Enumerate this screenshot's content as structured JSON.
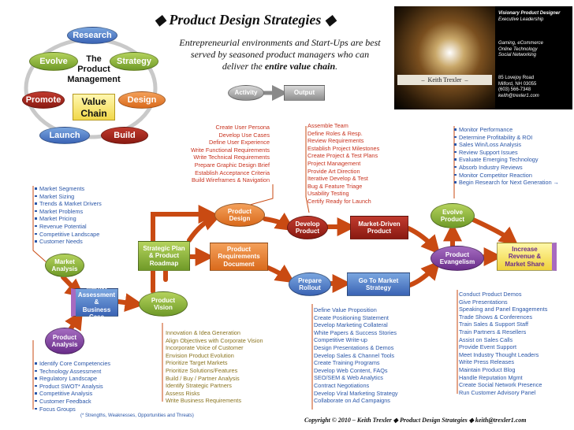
{
  "title": "Product Design Strategies",
  "subtitle": {
    "before": "Entrepreneurial environments and Start-Ups are best served by seasoned product managers who can deliver the ",
    "bold": "entire value chain",
    "after": "."
  },
  "cycle": {
    "research": "Research",
    "evolve": "Evolve",
    "strategy": "Strategy",
    "promote": "Promote",
    "design": "Design",
    "launch": "Launch",
    "build": "Build",
    "center": [
      "The",
      "Product",
      "Management"
    ],
    "value_chain": [
      "Value",
      "Chain"
    ]
  },
  "legend": {
    "activity": "Activity",
    "output": "Output"
  },
  "card": {
    "name": "Keith Trexler",
    "heading": "Visionary Product Designer",
    "tagline": "Executive Leadership",
    "specialties": [
      "Gaming, eCommerce",
      "Online Technology",
      "Social Networking"
    ],
    "address": [
      "85 Lovejoy Road",
      "Milford, NH 03055",
      "(603) 566-7348",
      "keith@trexler1.com"
    ]
  },
  "nodes": {
    "market_analysis": [
      "Market",
      "Analysis"
    ],
    "product_analysis": [
      "Product",
      "Analysis"
    ],
    "assessment": [
      "Market",
      "Assessment &",
      "Business Case"
    ],
    "product_vision": [
      "Product",
      "Vision"
    ],
    "strategic_plan": [
      "Strategic Plan",
      "& Product",
      "Roadmap"
    ],
    "product_design": [
      "Product",
      "Design"
    ],
    "requirements": [
      "Product",
      "Requirements",
      "Document"
    ],
    "develop_product": [
      "Develop",
      "Product"
    ],
    "market_driven": [
      "Market-Driven",
      "Product"
    ],
    "prepare_rollout": [
      "Prepare",
      "Rollout"
    ],
    "go_to_market": [
      "Go To Market",
      "Strategy"
    ],
    "evolve_product": [
      "Evolve",
      "Product"
    ],
    "product_evangelism": [
      "Product",
      "Evangelism"
    ],
    "increase": [
      "Increase",
      "Revenue &",
      "Market Share"
    ]
  },
  "lists": {
    "market": [
      "Market Segments",
      "Market Sizing",
      "Trends & Market Drivers",
      "Market Problems",
      "Market Pricing",
      "Revenue Potential",
      "Competitive Landscape",
      "Customer Needs"
    ],
    "product_analysis": [
      "Identify Core Competencies",
      "Technology Assessment",
      "Regulatory Landscape",
      "Product SWOT* Analysis",
      "Competitive Analysis",
      "Customer Feedback",
      "Focus Groups"
    ],
    "swot_note": "(* Strengths, Weaknesses, Opportunities and Threats)",
    "design": [
      "Create User Persona",
      "Develop Use Cases",
      "Define User Experience",
      "Write Functional Requirements",
      "Write Technical Requirements",
      "Prepare Graphic Design Brief",
      "Establish Acceptance Criteria",
      "Build Wireframes & Navigation"
    ],
    "develop": [
      "Assemble Team",
      "Define Roles & Resp.",
      "Review Requirements",
      "Establish Project Milestones",
      "Create Project & Test Plans",
      "Project Management",
      "Provide Art Direction",
      "Iterative Develop & Test",
      "Bug & Feature Triage",
      "Usability Testing",
      "Certify Ready for Launch"
    ],
    "evolve": [
      "Monitor Performance",
      "Determine Profitability & ROI",
      "Sales Win/Loss Analysis",
      "Review Support Issues",
      "Evaluate Emerging Technology",
      "Absorb Industry Reviews",
      "Monitor Competitor Reaction",
      "Begin Research for Next Generation →"
    ],
    "vision": [
      "Innovation & Idea Generation",
      "Align Objectives with Corporate Vision",
      "Incorporate Voice of Customer",
      "Envision Product Evolution",
      "Prioritize Target Markets",
      "Prioritize Solutions/Features",
      "Build / Buy / Partner Analysis",
      "Identify Strategic Partners",
      "Assess Risks",
      "Write Business Requirements"
    ],
    "rollout": [
      "Define Value Proposition",
      "Create Positioning Statement",
      "Develop Marketing Collateral",
      "White Papers & Success Stories",
      "Competitive Write-up",
      "Design Presentations & Demos",
      "Develop Sales & Channel Tools",
      "Create Training Programs",
      "Develop Web Content, FAQs",
      "SEO/SEM & Web Analytics",
      "Contract Negotiations",
      "Develop Viral Marketing Strategy",
      "Collaborate on Ad  Campaigns"
    ],
    "evangelism": [
      "Conduct Product Demos",
      "Give Presentations",
      "Speaking and Panel Engagements",
      "Trade Shows & Conferences",
      "Train Sales & Support Staff",
      "Train Partners & Resellers",
      "Assist on Sales Calls",
      "Provide Event Support",
      "Meet Industry Thought Leaders",
      "Write Press Releases",
      "Maintain Product Blog",
      "Handle Reputation Mgmt",
      "Create Social Network Presence",
      "Run Customer Advisory Panel"
    ]
  },
  "footer": "Copyright © 2010 – Keith Trexler  ◆  Product Design Strategies  ◆  keith@trexler1.com"
}
